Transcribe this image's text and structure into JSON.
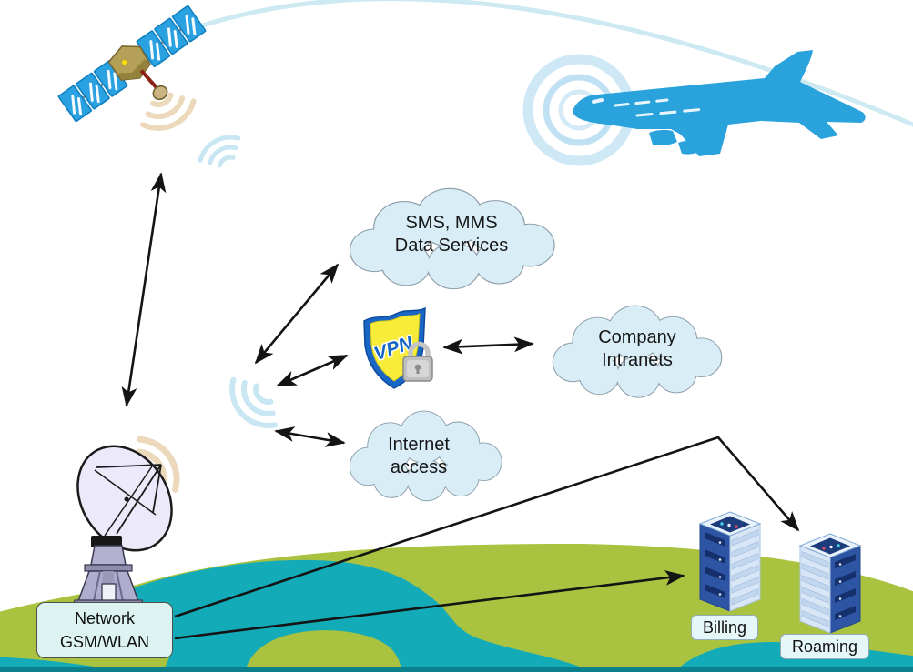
{
  "diagram_type": "mobile-satellite-network-overview",
  "clouds": [
    {
      "line1": "SMS, MMS",
      "line2": "Data Services"
    },
    {
      "line1": "Company",
      "line2": "Intranets"
    },
    {
      "line1": "Internet",
      "line2": "access"
    }
  ],
  "labels": {
    "network_line1": "Network",
    "network_line2": "GSM/WLAN",
    "billing": "Billing",
    "roaming": "Roaming",
    "vpn": "VPN"
  },
  "colors": {
    "sky": "#ffffff",
    "cloud_fill": "#d9edf7",
    "cloud_border": "#8d9ea8",
    "airplane_blue": "#2aa3dd",
    "earth_green": "#a9c23f",
    "ocean_teal": "#14abb9",
    "ocean_dark_edge": "#0c7f8d",
    "shield_yellow": "#f8ec3a",
    "shield_blue": "#1a66c4",
    "signal_tan": "#ecd9bb",
    "signal_blue": "#c8e7f3",
    "arrow_black": "#141414",
    "server_navy": "#2e55a4",
    "server_light": "#d9e6f5",
    "label_box_fill": "#dcf3f2"
  }
}
